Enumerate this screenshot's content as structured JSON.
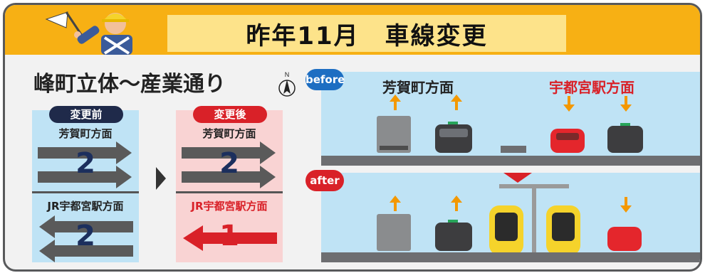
{
  "header": {
    "title": "昨年11月　車線変更"
  },
  "section": {
    "title": "峰町立体～産業通り",
    "compass_north": "N"
  },
  "before_panel": {
    "badge": "変更前",
    "direction_top": "芳賀町方面",
    "lanes_top": "2",
    "direction_bottom": "JR宇都宮駅方面",
    "lanes_bottom": "2"
  },
  "after_panel": {
    "badge": "変更後",
    "direction_top": "芳賀町方面",
    "lanes_top": "2",
    "direction_bottom": "JR宇都宮駅方面",
    "lanes_bottom": "1"
  },
  "scenes": {
    "before_label": "before",
    "after_label": "after",
    "dir_left": "芳賀町方面",
    "dir_right": "宇都宮駅方面"
  },
  "colors": {
    "header_bg": "#f7b014",
    "title_box": "#fde38a",
    "before_bg": "#bfe3f5",
    "after_bg": "#f9d3d3",
    "accent_red": "#d92128",
    "navy": "#1c2f5d",
    "arrow_orange": "#f39800",
    "tram_yellow": "#f5d32b"
  }
}
